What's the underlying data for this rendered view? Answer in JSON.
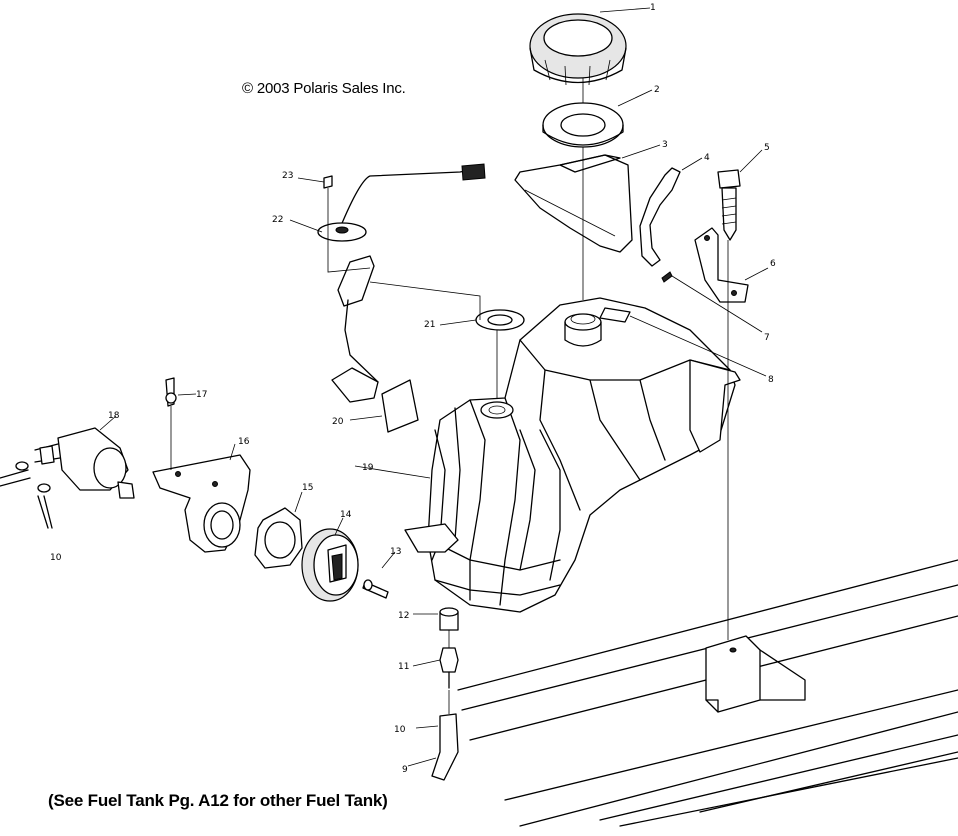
{
  "copyright": "© 2003 Polaris Sales Inc.",
  "footnote": "(See Fuel Tank Pg. A12 for other Fuel Tank)",
  "callouts": [
    {
      "id": "1",
      "text": "1"
    },
    {
      "id": "2",
      "text": "2"
    },
    {
      "id": "3",
      "text": "3"
    },
    {
      "id": "4",
      "text": "4"
    },
    {
      "id": "5",
      "text": "5"
    },
    {
      "id": "6",
      "text": "6"
    },
    {
      "id": "7",
      "text": "7"
    },
    {
      "id": "8",
      "text": "8"
    },
    {
      "id": "9",
      "text": "9"
    },
    {
      "id": "10",
      "text": "10"
    },
    {
      "id": "11",
      "text": "11"
    },
    {
      "id": "12",
      "text": "12"
    },
    {
      "id": "13",
      "text": "13"
    },
    {
      "id": "14",
      "text": "14"
    },
    {
      "id": "15",
      "text": "15"
    },
    {
      "id": "16",
      "text": "16"
    },
    {
      "id": "17",
      "text": "17"
    },
    {
      "id": "18",
      "text": "18"
    },
    {
      "id": "19",
      "text": "19"
    },
    {
      "id": "20",
      "text": "20"
    },
    {
      "id": "21",
      "text": "21"
    },
    {
      "id": "22",
      "text": "22"
    },
    {
      "id": "23",
      "text": "23"
    },
    {
      "id": "10b",
      "text": "10"
    }
  ]
}
